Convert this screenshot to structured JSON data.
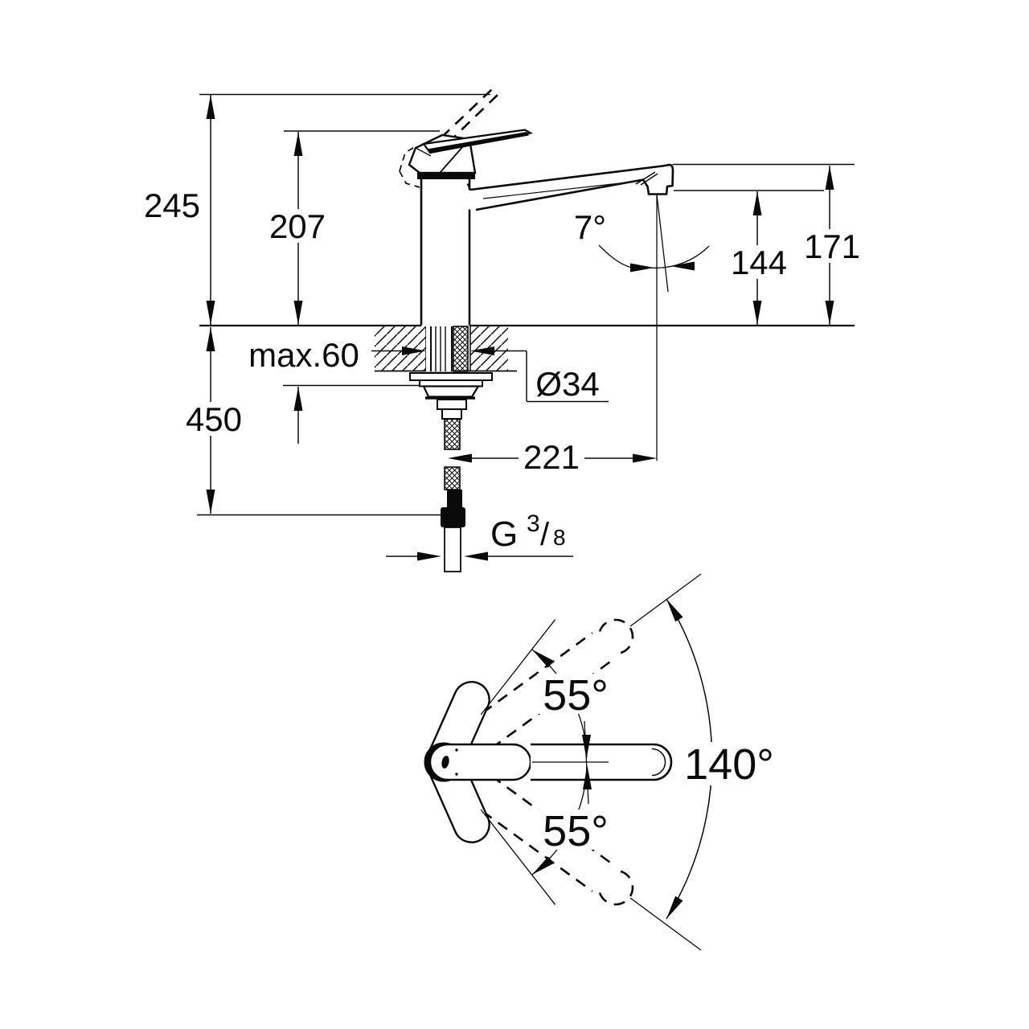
{
  "drawing": {
    "kind": "faucet-installation-technical-drawing",
    "side_view": {
      "overall_height": "245",
      "body_height": "207",
      "spout_top_height": "171",
      "outlet_height": "144",
      "outlet_angle": "7°",
      "max_counter_thickness": "max.60",
      "hole_diameter": "Ø34",
      "spout_reach": "221",
      "hose_length": "450",
      "connection_prefix": "G",
      "connection_numerator": "3",
      "connection_slash": "/",
      "connection_denominator": "8"
    },
    "top_view": {
      "swivel_upper": "55°",
      "swivel_lower": "55°",
      "swivel_total": "140°"
    }
  }
}
